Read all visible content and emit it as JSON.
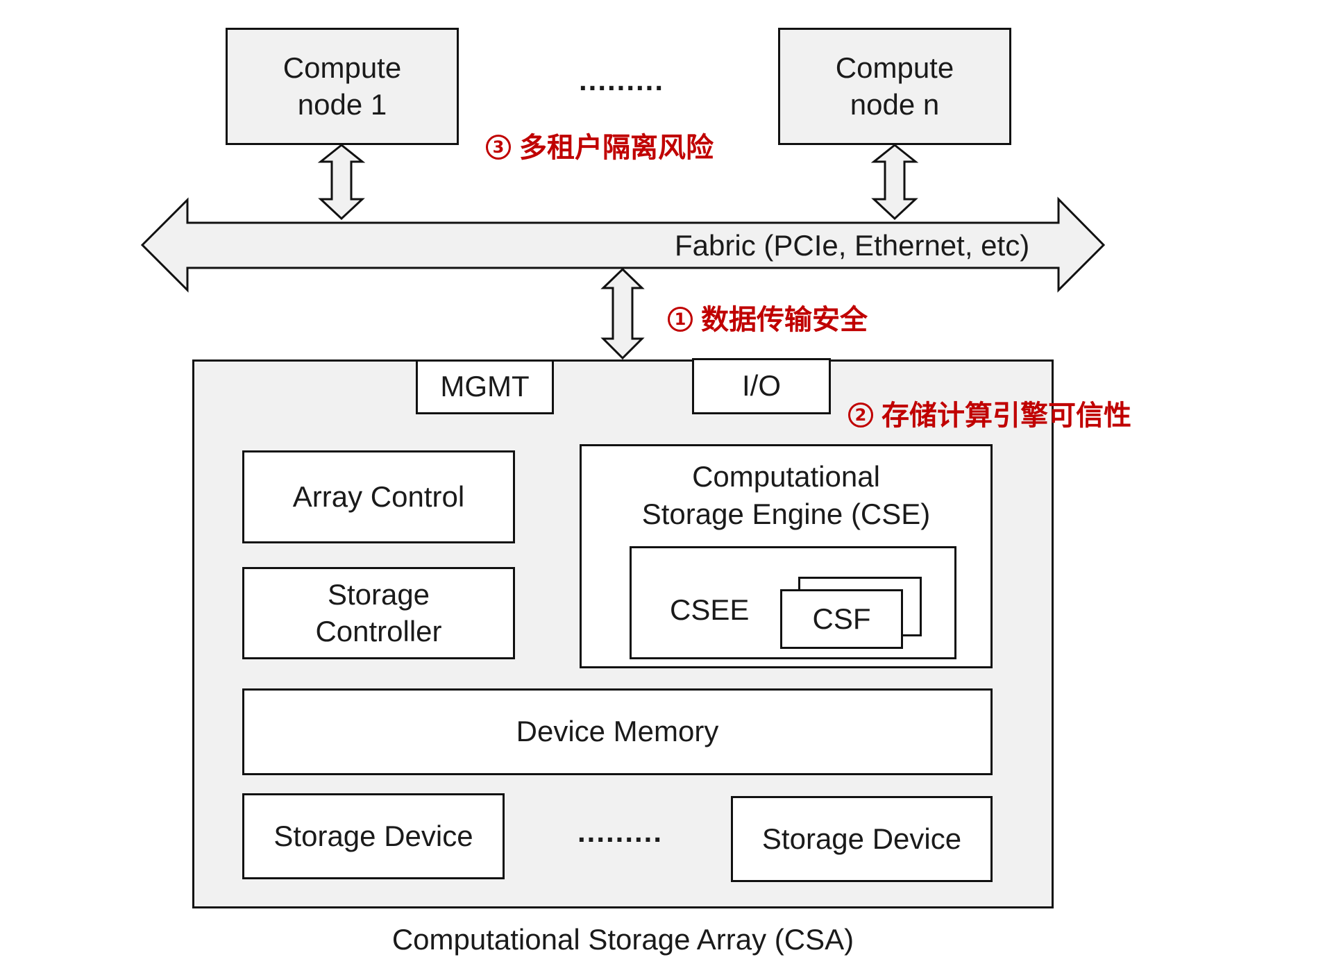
{
  "diagram": {
    "compute_nodes": [
      {
        "label": "Compute\nnode 1"
      },
      {
        "label": "Compute\nnode n"
      }
    ],
    "compute_ellipsis": ".........",
    "fabric_label": "Fabric (PCIe, Ethernet, etc)",
    "csa": {
      "caption": "Computational Storage Array (CSA)",
      "mgmt_label": "MGMT",
      "io_label": "I/O",
      "array_control_label": "Array Control",
      "storage_controller_label": "Storage\nController",
      "cse_label": "Computational\nStorage Engine (CSE)",
      "csee_label": "CSEE",
      "csf_label": "CSF",
      "device_memory_label": "Device Memory",
      "storage_devices": [
        {
          "label": "Storage Device"
        },
        {
          "label": "Storage Device"
        }
      ],
      "storage_ellipsis": "........."
    },
    "risks": [
      {
        "number": "1",
        "text": "数据传输安全"
      },
      {
        "number": "2",
        "text": "存储计算引擎可信性"
      },
      {
        "number": "3",
        "text": "多租户隔离风险"
      }
    ]
  },
  "colors": {
    "risk": "#c00000",
    "box_fill": "#f1f1f1",
    "stroke": "#111111"
  }
}
